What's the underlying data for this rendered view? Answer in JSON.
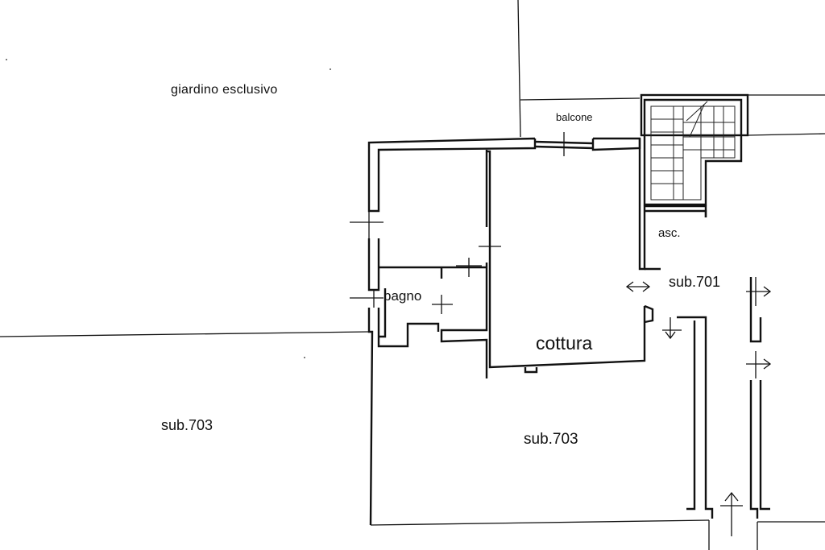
{
  "labels": {
    "garden": "giardino  esclusivo",
    "balcony": "balcone",
    "elevator": "asc.",
    "sub701": "sub.701",
    "bathroom": "bagno",
    "kitchen": "cottura",
    "sub703_left": "sub.703",
    "sub703_center": "sub.703"
  }
}
